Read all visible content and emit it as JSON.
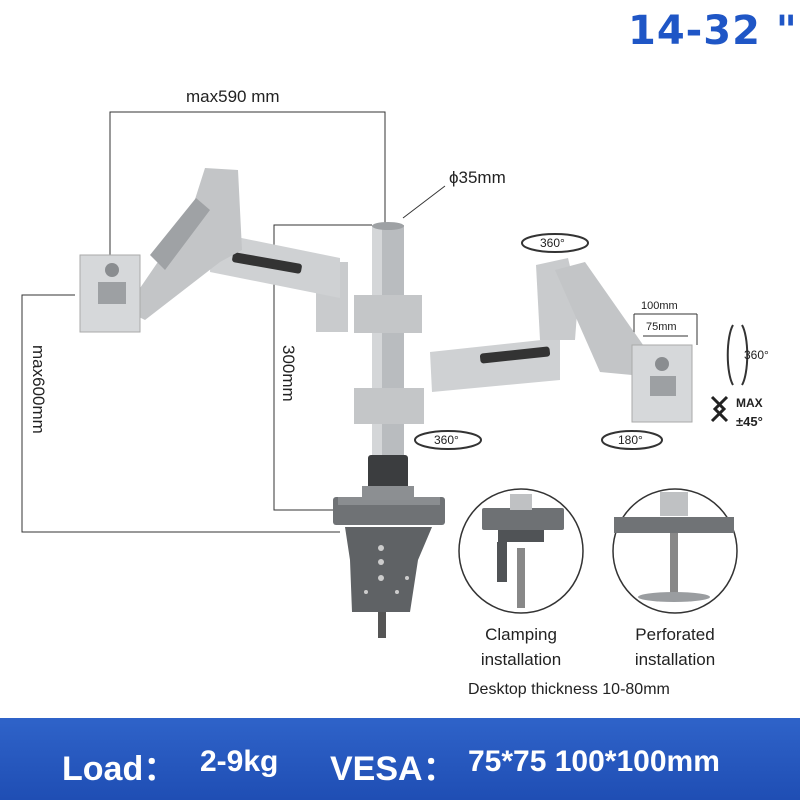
{
  "screen_size": "14-32 \"",
  "dimensions": {
    "max_reach": "max590 mm",
    "pole_diameter": "ϕ35mm",
    "max_height": "max600mm",
    "pole_height": "300mm",
    "vesa_outer": "100mm",
    "vesa_inner": "75mm"
  },
  "rotation": {
    "top_arm": "360°",
    "monitor_rotate": "360°",
    "lower_arm": "360°",
    "swivel": "180°",
    "tilt_label": "MAX",
    "tilt_value": "±45°"
  },
  "installation": {
    "clamp_label": "Clamping installation",
    "clamp_line1": "Clamping",
    "clamp_line2": "installation",
    "grommet_line1": "Perforated",
    "grommet_line2": "installation",
    "thickness": "Desktop thickness 10-80mm"
  },
  "specs": {
    "load_label": "Load：",
    "load_value": "2-9kg",
    "vesa_label": "VESA：",
    "vesa_value": "75*75  100*100mm"
  },
  "colors": {
    "accent_blue": "#1f56c6",
    "bar_blue": "#2454bb",
    "arm_silver": "#c9cbcd"
  }
}
